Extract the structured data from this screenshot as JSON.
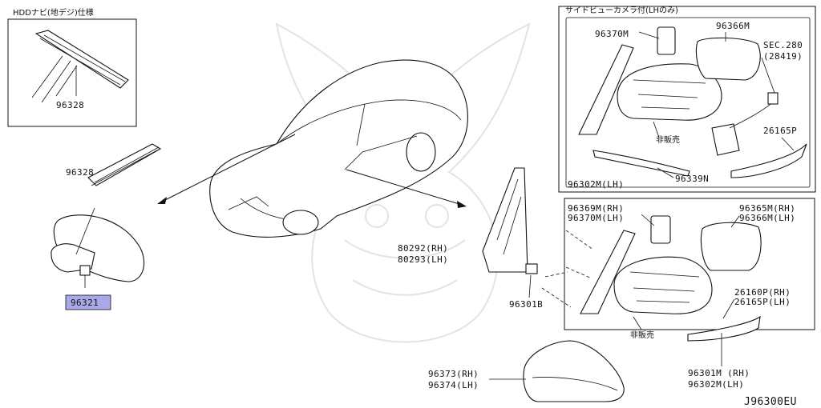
{
  "diagram_code": "J96300EU",
  "boxes": {
    "hdd_title": "HDDナビ(地デジ)仕様",
    "side_view_title": "サイドビューカメラ付(LHのみ)"
  },
  "labels": {
    "hdd_96328": "96328",
    "mirror_96328": "96328",
    "mirror_96321": "96321",
    "cam_96370m": "96370M",
    "cam_96366m": "96366M",
    "cam_sec280": "SEC.280",
    "cam_28419": "(28419)",
    "cam_26165p": "26165P",
    "cam_hiharbai": "非販売",
    "cam_96302m": "96302M(LH)",
    "cam_96339n": "96339N",
    "std_96369m": "96369M(RH)",
    "std_96370m": "96370M(LH)",
    "std_96365m": "96365M(RH)",
    "std_96366m": "96366M(LH)",
    "std_26160p": "26160P(RH)",
    "std_26165p": "26165P(LH)",
    "std_hiharbai": "非販売",
    "std_96301m": "96301M (RH)",
    "std_96302m": "96302M(LH)",
    "p_80292": "80292(RH)",
    "p_80293": "80293(LH)",
    "p_96301b": "96301B",
    "p_96373": "96373(RH)",
    "p_96374": "96374(LH)"
  },
  "highlight_color": "#a9a9e8"
}
